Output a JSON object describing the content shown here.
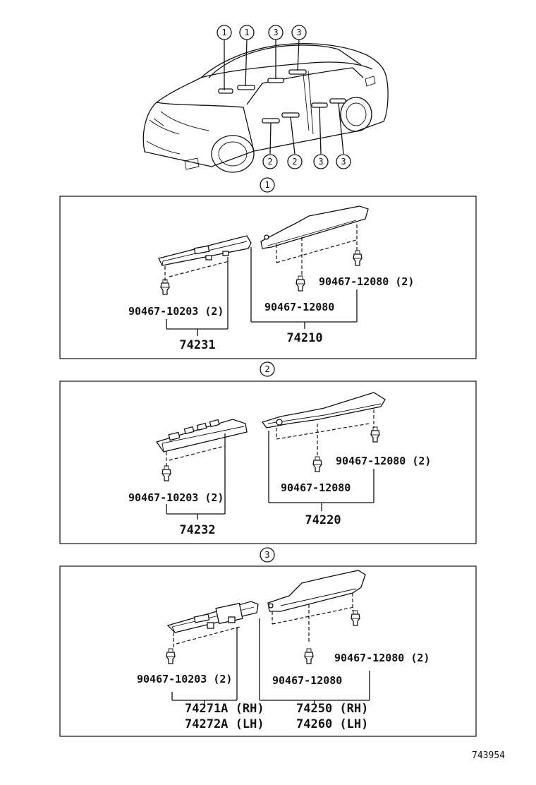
{
  "diagram_id": "743954",
  "overview": {
    "top_callouts": [
      "1",
      "1",
      "3",
      "3"
    ],
    "bottom_callouts": [
      "2",
      "2",
      "3",
      "3"
    ]
  },
  "panels": [
    {
      "marker": "1",
      "switch_clip": "90467-10203 (2)",
      "switch_part": "74231",
      "switch_part_2": "",
      "clip_a": "90467-12080",
      "clip_b": "90467-12080 (2)",
      "base_part": "74210",
      "base_part_2": ""
    },
    {
      "marker": "2",
      "switch_clip": "90467-10203 (2)",
      "switch_part": "74232",
      "switch_part_2": "",
      "clip_a": "90467-12080",
      "clip_b": "90467-12080 (2)",
      "base_part": "74220",
      "base_part_2": ""
    },
    {
      "marker": "3",
      "switch_clip": "90467-10203 (2)",
      "switch_part": "74271A (RH)",
      "switch_part_2": "74272A (LH)",
      "clip_a": "90467-12080",
      "clip_b": "90467-12080 (2)",
      "base_part": "74250 (RH)",
      "base_part_2": "74260 (LH)"
    }
  ]
}
